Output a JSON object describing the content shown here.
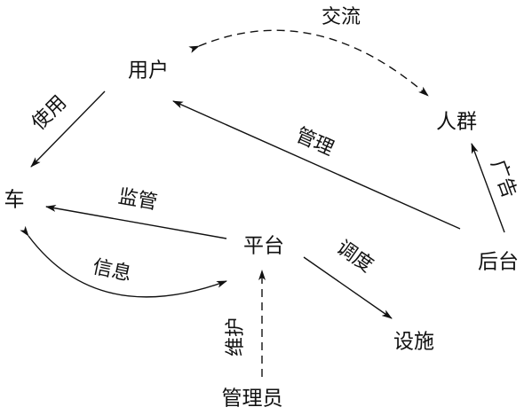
{
  "nodes": {
    "user": "用户",
    "crowd": "人群",
    "car": "车",
    "platform": "平台",
    "backend": "后台",
    "facility": "设施",
    "admin": "管理员"
  },
  "edges": {
    "exchange": "交流",
    "use": "使用",
    "manage": "管理",
    "advertise": "广告",
    "supervise": "监管",
    "info": "信息",
    "dispatch": "调度",
    "maintain": "维护"
  },
  "colors": {
    "ink": "#111111",
    "background": "#ffffff"
  }
}
